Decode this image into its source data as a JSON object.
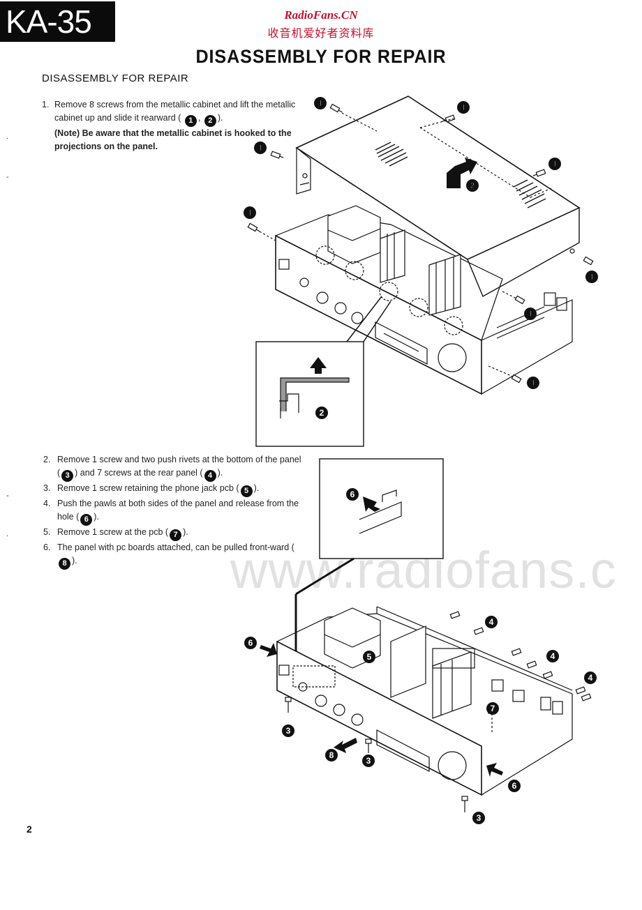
{
  "header": {
    "model": "KA-35",
    "watermark_site": "RadioFans.CN",
    "watermark_cn": "收音机爱好者资料库"
  },
  "title": "DISASSEMBLY FOR REPAIR",
  "section_title": "DISASSEMBLY FOR REPAIR",
  "step1": {
    "num": "1.",
    "text_a": "Remove 8 screws from the metallic cabinet and lift the metallic cabinet up and slide it rearward (",
    "ref1": "1",
    "sep": ",",
    "ref2": "2",
    "text_b": ").",
    "note": "(Note) Be aware that the metallic cabinet is hooked to the projections on the panel."
  },
  "steps": [
    {
      "num": "2.",
      "a": "Remove 1 screw and two push rivets at the bottom of the panel (",
      "r1": "3",
      "b": ") and 7 screws at the rear panel (",
      "r2": "4",
      "c": ")."
    },
    {
      "num": "3.",
      "a": "Remove 1 screw retaining the phone jack pcb (",
      "r1": "5",
      "b": ")."
    },
    {
      "num": "4.",
      "a": "Push the pawls at both sides of the panel and release from the hole (",
      "r1": "6",
      "b": ")."
    },
    {
      "num": "5.",
      "a": "Remove 1 screw at the pcb (",
      "r1": "7",
      "b": ")."
    },
    {
      "num": "6.",
      "a": "The panel with pc boards attached, can be pulled front-ward (",
      "r1": "8",
      "b": ")."
    }
  ],
  "callouts": {
    "one": "1",
    "two": "2",
    "three": "3",
    "four": "4",
    "five": "5",
    "six": "6",
    "seven": "7",
    "eight": "8"
  },
  "watermark_mid": "www.radiofans.c",
  "page_number": "2",
  "margin_marks": [
    ".",
    "-",
    "-",
    "."
  ]
}
